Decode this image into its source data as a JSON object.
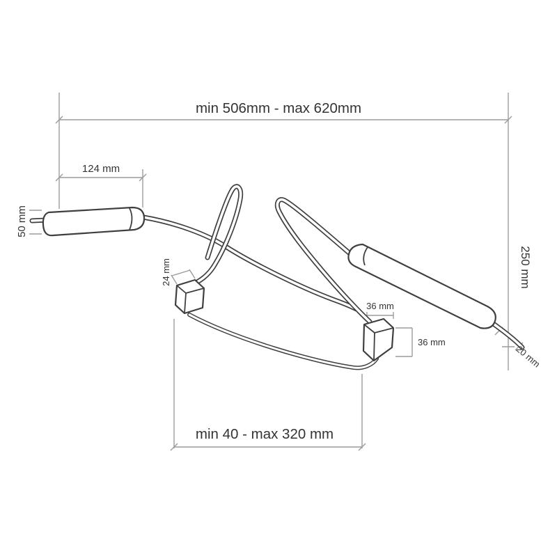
{
  "diagram": {
    "dimensions": {
      "overall_width": "min 506mm - max 620mm",
      "grip_length": "124 mm",
      "grip_height": "50 mm",
      "left_clamp_gap": "24 mm",
      "right_clamp_width": "36 mm",
      "right_clamp_height": "36 mm",
      "side_height": "250 mm",
      "rod_tip": "20 mm",
      "clamp_span": "min 40 - max 320 mm"
    },
    "colors": {
      "line_art": "#3f3f3f",
      "dimension_lines": "#9c9c9c",
      "text": "#333333",
      "background": "#ffffff"
    }
  }
}
